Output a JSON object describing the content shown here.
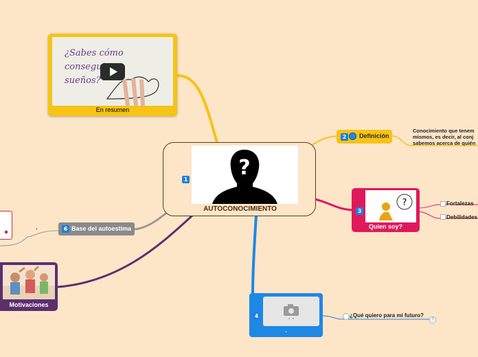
{
  "central": {
    "badge": "1",
    "title": "AUTOCONOCIMIENTO"
  },
  "video_node": {
    "caption": "En resumen",
    "video_text": [
      "¿Sabes cómo",
      "conseguir",
      "sueños?"
    ]
  },
  "definicion": {
    "badge": "2",
    "label": "Definición",
    "note_lines": [
      "Conocimiento que tenem",
      "mismos, es decir, al conj",
      "sabemos acerca de quién"
    ]
  },
  "quien_soy": {
    "badge": "3",
    "label": "Quien soy?",
    "children": [
      "Fortalezas",
      "Debilidades"
    ]
  },
  "futuro": {
    "badge": "4",
    "label": ".",
    "child": "¿Qué quiero para mi futuro?",
    "child_icon": "?"
  },
  "autoestima": {
    "badge": "6",
    "label": "Base del autoestima",
    "dot": "."
  },
  "motivaciones": {
    "label": "Motivaciones"
  },
  "colors": {
    "background": "#fde5c8",
    "yellow": "#f6c316",
    "pink": "#e0195b",
    "blue": "#1e88e5",
    "gray": "#8a8a8a",
    "purple": "#5b2f6e"
  }
}
